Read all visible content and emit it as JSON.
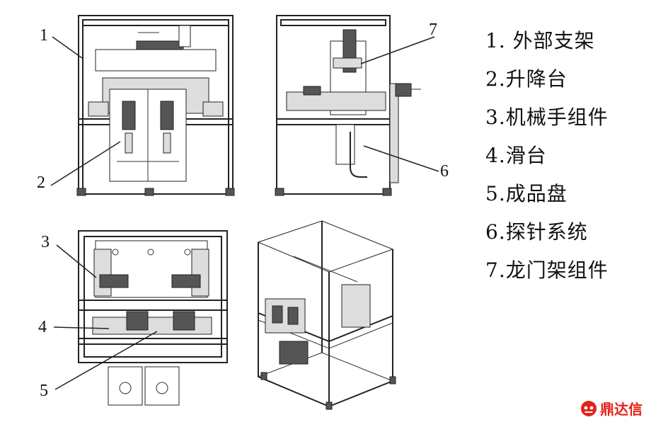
{
  "callouts": [
    "1",
    "2",
    "3",
    "4",
    "5",
    "6",
    "7"
  ],
  "legend": [
    "1. 外部支架",
    "2.升降台",
    "3.机械手组件",
    "4.滑台",
    "5.成品盘",
    "6.探针系统",
    "7.龙门架组件"
  ],
  "brand": {
    "name": "鼎达信",
    "color": "#e2231a",
    "icon": "brand-logo-icon"
  }
}
